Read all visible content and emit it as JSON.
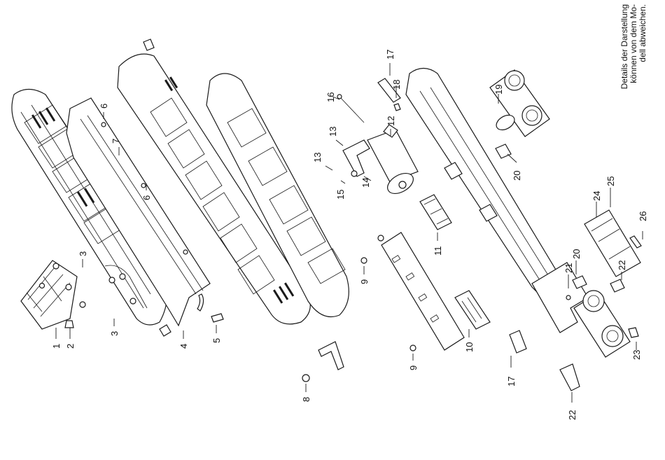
{
  "note": {
    "lines": [
      "Details der Darstellung",
      "können von dem Mo-",
      "dell abweichen."
    ]
  },
  "callouts": [
    "1",
    "2",
    "3",
    "3",
    "4",
    "5",
    "6",
    "6",
    "7",
    "8",
    "9",
    "9",
    "10",
    "11",
    "12",
    "13",
    "13",
    "14",
    "15",
    "16",
    "17",
    "17",
    "18",
    "19",
    "20",
    "20",
    "21",
    "22",
    "22",
    "23",
    "24",
    "25",
    "26"
  ]
}
